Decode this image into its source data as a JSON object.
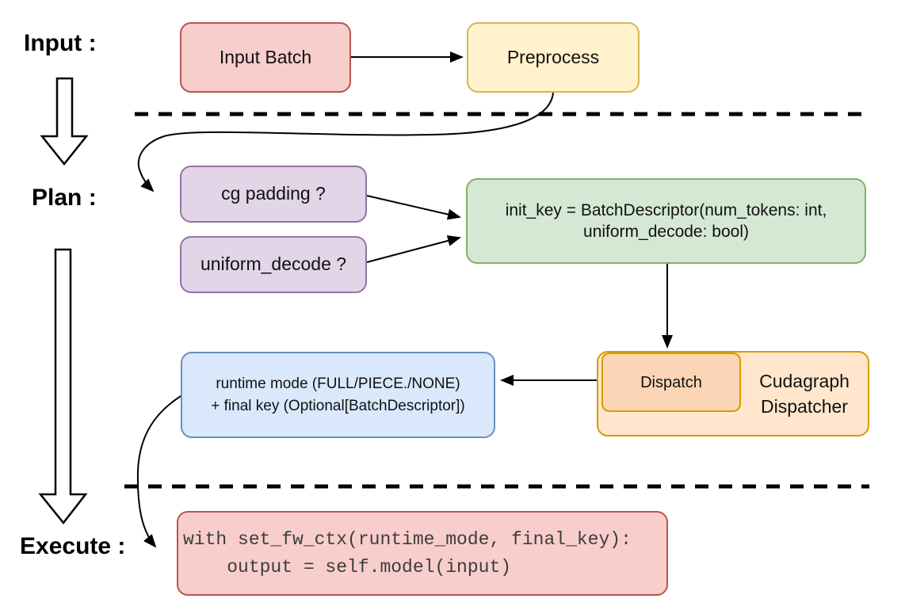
{
  "stage_labels": {
    "input": "Input :",
    "plan": "Plan :",
    "execute": "Execute :"
  },
  "nodes": {
    "input_batch": {
      "label": "Input Batch",
      "fill": "#F8CECC",
      "stroke": "#B85450"
    },
    "preprocess": {
      "label": "Preprocess",
      "fill": "#FFF2CC",
      "stroke": "#D6B656"
    },
    "cg_padding": {
      "label": "cg padding ?",
      "fill": "#E1D5E7",
      "stroke": "#9673A6"
    },
    "uniform_decode": {
      "label": "uniform_decode ?",
      "fill": "#E1D5E7",
      "stroke": "#9673A6"
    },
    "init_key": {
      "line1": "init_key = BatchDescriptor(num_tokens: int,",
      "line2": "uniform_decode: bool)",
      "fill": "#D5E8D4",
      "stroke": "#82B366"
    },
    "dispatch": {
      "label": "Dispatch",
      "fill": "#FBD5B5",
      "stroke": "#D79B00"
    },
    "cudagraph_dispatcher": {
      "line1": "Cudagraph",
      "line2": "Dispatcher",
      "fill": "#FFE6CC",
      "stroke": "#D79B00"
    },
    "runtime_mode": {
      "line1": "runtime mode (FULL/PIECE./NONE)",
      "line2": "+ final key (Optional[BatchDescriptor])",
      "fill": "#DAE8FC",
      "stroke": "#6C8EBF"
    },
    "execute_code": {
      "line1": "with set_fw_ctx(runtime_mode, final_key):",
      "line2": "    output = self.model(input)",
      "fill": "#F8CECC",
      "stroke": "#B85450"
    }
  },
  "edges": [
    {
      "from": "input_batch",
      "to": "preprocess"
    },
    {
      "from": "preprocess",
      "to": "cg_padding"
    },
    {
      "from": "cg_padding",
      "to": "init_key"
    },
    {
      "from": "uniform_decode",
      "to": "init_key"
    },
    {
      "from": "init_key",
      "to": "dispatch"
    },
    {
      "from": "dispatch",
      "to": "runtime_mode"
    },
    {
      "from": "runtime_mode",
      "to": "execute_code"
    },
    {
      "from": "stage-input",
      "to": "stage-plan"
    },
    {
      "from": "stage-plan",
      "to": "stage-execute"
    }
  ],
  "line_color": "#000000"
}
